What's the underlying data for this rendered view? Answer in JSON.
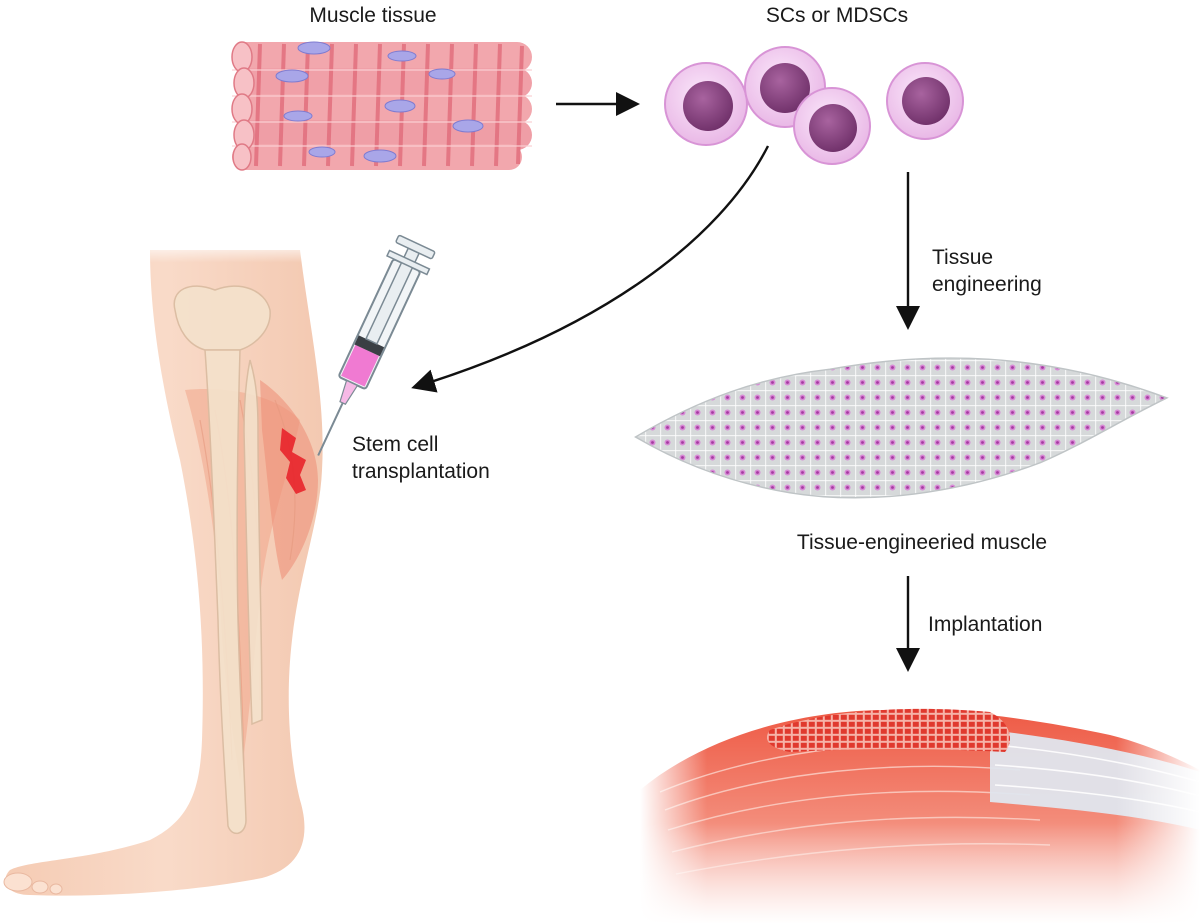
{
  "labels": {
    "muscle_tissue": "Muscle tissue",
    "cells": "SCs or MDSCs",
    "tissue_engineering_line1": "Tissue",
    "tissue_engineering_line2": "engineering",
    "stem_cell_line1": "Stem cell",
    "stem_cell_line2": "transplantation",
    "engineered_muscle": "Tissue-engineeried muscle",
    "implantation": "Implantation"
  },
  "colors": {
    "muscle_fiber": "#f2a7ad",
    "muscle_stripe": "#e26f7d",
    "nucleus": "#a9a6e8",
    "cell_outer": "#f3d3f2",
    "cell_nucleus": "#8e4a86",
    "scaffold": "#d4d7d8",
    "scaffold_dot": "#c25ac0",
    "muscle_red": "#e84a3c",
    "skin": "#f6c9b0",
    "arrow": "#111111"
  },
  "icons": [
    "muscle-tissue-illustration",
    "stem-cell-icon",
    "syringe-icon",
    "leg-illustration",
    "engineered-muscle-sheet",
    "implanted-muscle-illustration"
  ]
}
